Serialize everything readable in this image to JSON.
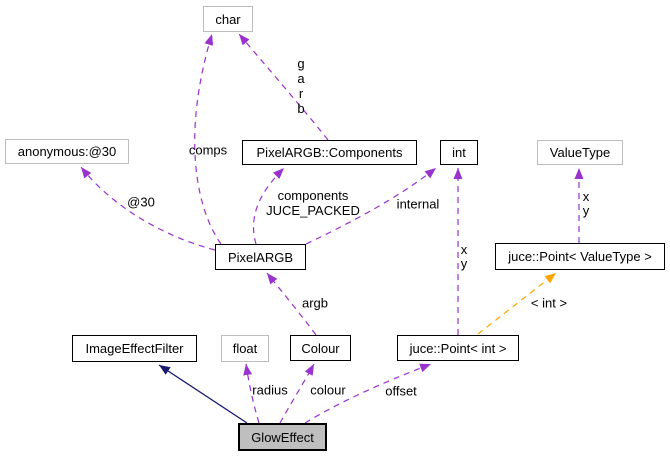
{
  "diagram": {
    "kind": "collaboration-graph",
    "focus_class": "GlowEffect"
  },
  "colors": {
    "background": "#ffffff",
    "usage_edge": "#9a32cd",
    "template_edge": "#ffa500",
    "inheritance_edge": "#191970",
    "node_border_documented": "#000000",
    "node_border_undocumented": "#bdbdbd",
    "focus_node_fill": "#bfbfbf",
    "text": "#000000"
  },
  "nodes": {
    "char": {
      "label": "char"
    },
    "anonymous_at_30": {
      "label": "anonymous:@30"
    },
    "pixel_argb_components": {
      "label": "PixelARGB::Components"
    },
    "int": {
      "label": "int"
    },
    "value_type": {
      "label": "ValueType"
    },
    "pixel_argb": {
      "label": "PixelARGB"
    },
    "point_value_type": {
      "label": "juce::Point< ValueType >"
    },
    "image_effect_filter": {
      "label": "ImageEffectFilter"
    },
    "float": {
      "label": "float"
    },
    "colour": {
      "label": "Colour"
    },
    "point_int": {
      "label": "juce::Point< int >"
    },
    "glow_effect": {
      "label": "GlowEffect"
    }
  },
  "edge_labels": {
    "comps": "comps",
    "garb": [
      "g",
      "a",
      "r",
      "b"
    ],
    "at30": "@30",
    "components": "components",
    "juce_packed": "JUCE_PACKED",
    "internal": "internal",
    "point_int_x": "x",
    "point_int_y": "y",
    "point_vt_x": "x",
    "point_vt_y": "y",
    "argb": "argb",
    "template_instance": "< int >",
    "radius": "radius",
    "colour": "colour",
    "offset": "offset"
  }
}
